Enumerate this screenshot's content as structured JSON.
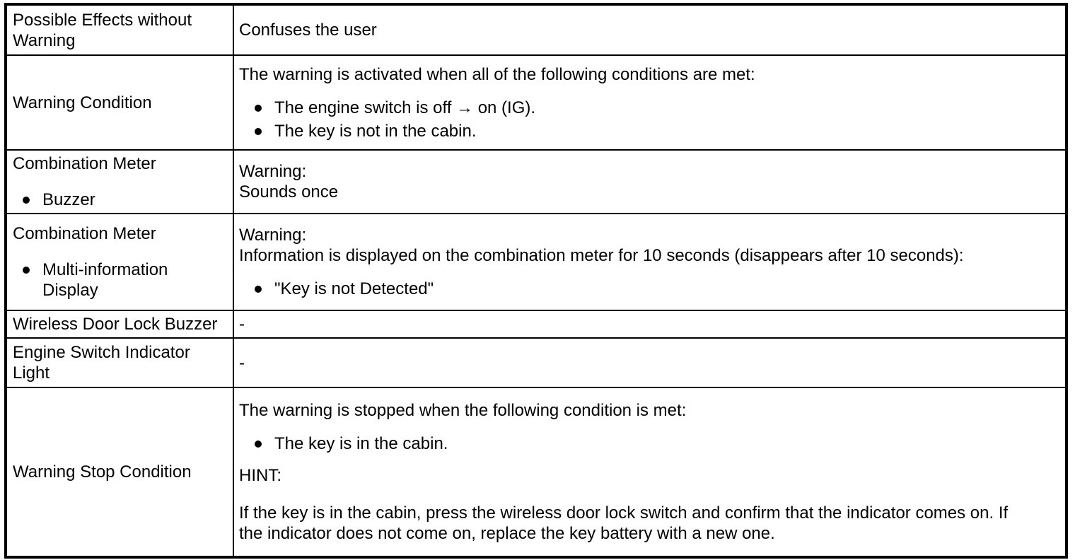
{
  "colors": {
    "background": "#ffffff",
    "border": "#000000",
    "text": "#000000"
  },
  "icons": {
    "bullet": "filled-circle"
  },
  "table": {
    "rows": [
      {
        "label": "Possible Effects without\nWarning",
        "value": "Confuses the user"
      },
      {
        "label": "Warning Condition",
        "intro": "The warning is activated when all of the following conditions are met:",
        "bullets": [
          "The engine switch is off → on (IG).",
          "The key is not in the cabin."
        ]
      },
      {
        "label": "Combination Meter",
        "label_bullet": "Buzzer",
        "value": "Warning:\nSounds once"
      },
      {
        "label": "Combination Meter",
        "label_bullet": "Multi-information\nDisplay",
        "value": "Warning:\nInformation is displayed on the combination meter for 10 seconds (disappears after 10 seconds):",
        "bullets": [
          "\"Key is not Detected\""
        ]
      },
      {
        "label": "Wireless Door Lock Buzzer",
        "value": "-"
      },
      {
        "label": "Engine Switch Indicator\nLight",
        "value": "-"
      },
      {
        "label": "Warning Stop Condition",
        "intro": "The warning is stopped when the following condition is met:",
        "bullets": [
          "The key is in the cabin."
        ],
        "hint_label": "HINT:",
        "hint_text": "If the key is in the cabin, press the wireless door lock switch and confirm that the indicator comes on. If\nthe indicator does not come on, replace the key battery with a new one."
      }
    ]
  }
}
